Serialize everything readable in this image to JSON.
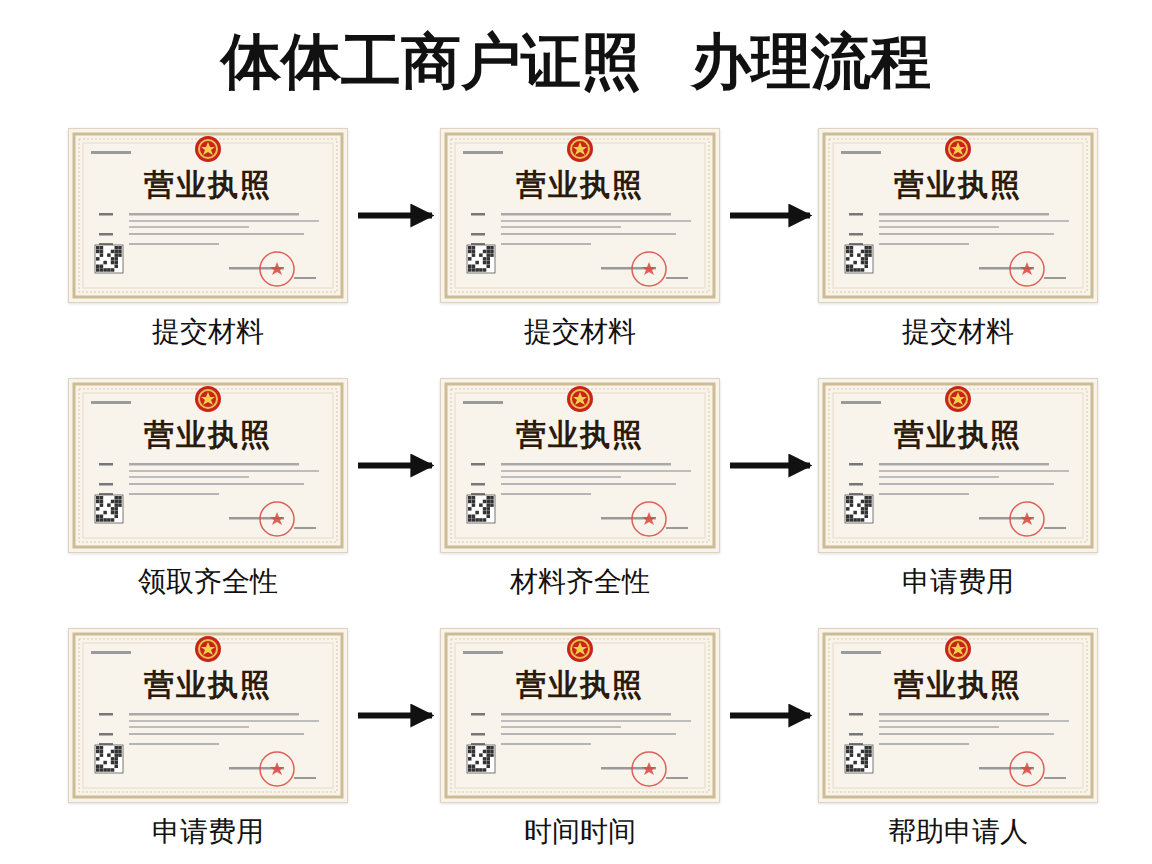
{
  "diagram": {
    "title": "体体工商户证照 办理流程",
    "nodes": [
      {
        "text": [
          "营业执照",
          "提交材料"
        ]
      },
      {
        "text": [
          "营业执照",
          "提交材料"
        ]
      },
      {
        "text": [
          "营业执照",
          "提交材料"
        ]
      },
      {
        "text": [
          "营业执照",
          "领取齐全性"
        ]
      },
      {
        "text": [
          "营业执照",
          "材料齐全性"
        ]
      },
      {
        "text": [
          "营业执照",
          "申请费用"
        ]
      },
      {
        "text": [
          "营业执照",
          "申请费用"
        ]
      },
      {
        "text": [
          "营业执照",
          "时间时间"
        ]
      },
      {
        "text": [
          "营业执照",
          "帮助申请人"
        ]
      }
    ],
    "edges": [
      {
        "from": 0,
        "to": 1,
        "arrow": "to"
      },
      {
        "from": 1,
        "to": 2,
        "arrow": "to"
      },
      {
        "from": 3,
        "to": 4,
        "arrow": "to"
      },
      {
        "from": 4,
        "to": 5,
        "arrow": "to"
      },
      {
        "from": 6,
        "to": 7,
        "arrow": "to"
      },
      {
        "from": 7,
        "to": 8,
        "arrow": "to"
      }
    ]
  }
}
